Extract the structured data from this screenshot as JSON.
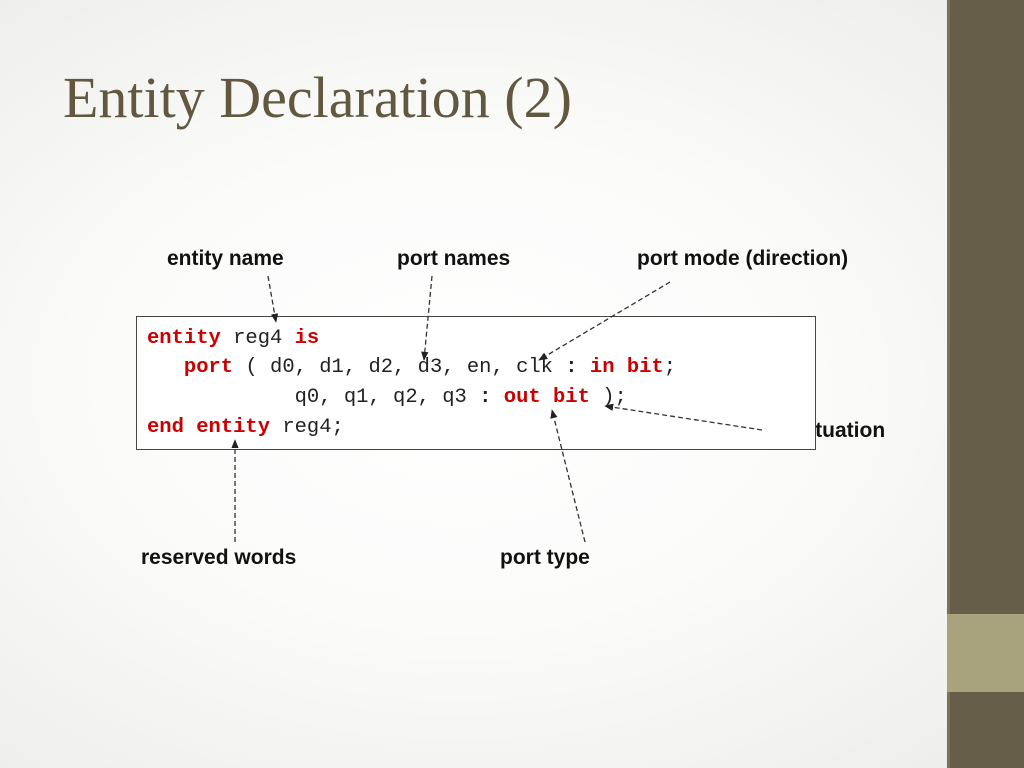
{
  "slide": {
    "title": "Entity Declaration (2)"
  },
  "labels": {
    "entity_name": "entity name",
    "port_names": "port names",
    "port_mode": "port mode (direction)",
    "punctuation": "punctuation",
    "reserved_words": "reserved words",
    "port_type": "port type"
  },
  "code": {
    "line1": {
      "kw_entity": "entity",
      "name": " reg4 ",
      "kw_is": "is"
    },
    "line2": {
      "indent": "   ",
      "kw_port": "port",
      "ports": " ( d0, d1, d2, d3, en, clk ",
      "colon": ":",
      "space": " ",
      "kw_in": "in",
      "space2": " ",
      "kw_bit": "bit",
      "semicolon": ";"
    },
    "line3": {
      "indent": "            ",
      "ports": "q0, q1, q2, q3 ",
      "colon": ":",
      "space": " ",
      "kw_out": "out",
      "space2": " ",
      "kw_bit": "bit",
      "close": " );"
    },
    "line4": {
      "kw_end": "end",
      "space": " ",
      "kw_entity": "entity",
      "name": " reg4;"
    }
  },
  "colors": {
    "title": "#625840",
    "keyword": "#cc0000",
    "sidebar": "#665e48",
    "sidebar_accent": "#a8a37c"
  }
}
